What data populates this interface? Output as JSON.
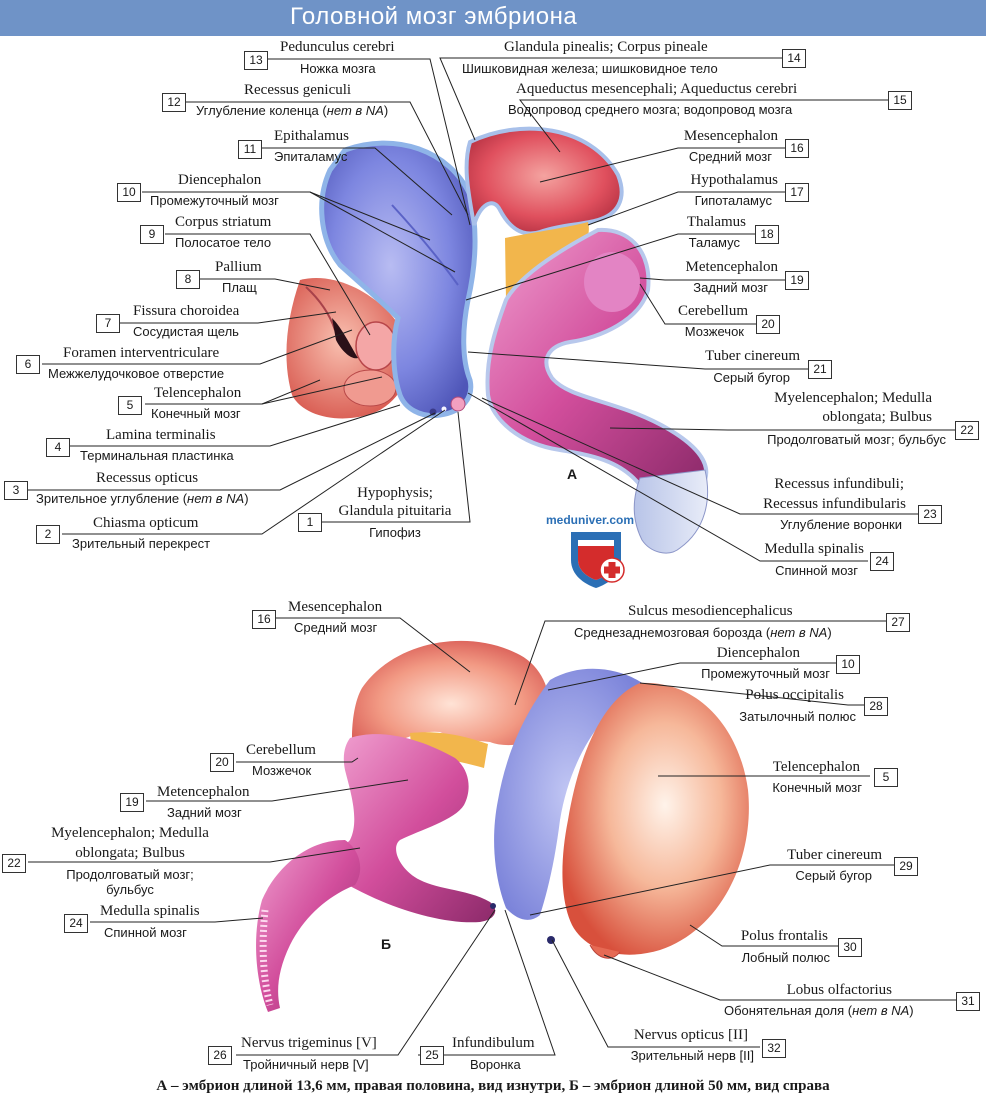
{
  "title": "Головной мозг эмбриона",
  "panels": {
    "a": "А",
    "b": "Б"
  },
  "watermark": "meduniver.com",
  "caption": "А – эмбрион длиной 13,6 мм, правая половина, вид изнутри, Б – эмбрион длиной 50 мм, вид справа",
  "colors": {
    "title_bar": "#6f93c7",
    "diencephalon": "#7d86e0",
    "mesencephalon": "#e0505e",
    "telencephalon": "#f2a082",
    "hindbrain": "#d24e9c",
    "hypothalamus": "#f2b64c"
  },
  "labels_a": [
    {
      "num": "13",
      "lat": "Pedunculus cerebri",
      "ru": "Ножка мозга"
    },
    {
      "num": "12",
      "lat": "Recessus geniculi",
      "ru_pre": "Углубление коленца (",
      "ru_it": "нет в NA",
      "ru_post": ")"
    },
    {
      "num": "11",
      "lat": "Epithalamus",
      "ru": "Эпиталамус"
    },
    {
      "num": "10",
      "lat": "Diencephalon",
      "ru": "Промежуточный мозг"
    },
    {
      "num": "9",
      "lat": "Corpus striatum",
      "ru": "Полосатое тело"
    },
    {
      "num": "8",
      "lat": "Pallium",
      "ru": "Плащ"
    },
    {
      "num": "7",
      "lat": "Fissura choroidea",
      "ru": "Сосудистая щель"
    },
    {
      "num": "6",
      "lat": "Foramen interventriculare",
      "ru": "Межжелудочковое отверстие"
    },
    {
      "num": "5",
      "lat": "Telencephalon",
      "ru": "Конечный мозг"
    },
    {
      "num": "4",
      "lat": "Lamina terminalis",
      "ru": "Терминальная пластинка"
    },
    {
      "num": "3",
      "lat": "Recessus opticus",
      "ru_pre": "Зрительное углубление (",
      "ru_it": "нет в NA",
      "ru_post": ")"
    },
    {
      "num": "2",
      "lat": "Chiasma opticum",
      "ru": "Зрительный перекрест"
    },
    {
      "num": "1",
      "lat1": "Hypophysis;",
      "lat2": "Glandula pituitaria",
      "ru": "Гипофиз"
    },
    {
      "num": "14",
      "lat": "Glandula pinealis; Corpus pineale",
      "ru": "Шишковидная железа; шишковидное тело"
    },
    {
      "num": "15",
      "lat": "Aqueductus mesencephali; Aqueductus cerebri",
      "ru": "Водопровод среднего мозга; водопровод мозга"
    },
    {
      "num": "16",
      "lat": "Mesencephalon",
      "ru": "Средний мозг"
    },
    {
      "num": "17",
      "lat": "Hypothalamus",
      "ru": "Гипоталамус"
    },
    {
      "num": "18",
      "lat": "Thalamus",
      "ru": "Таламус"
    },
    {
      "num": "19",
      "lat": "Metencephalon",
      "ru": "Задний мозг"
    },
    {
      "num": "20",
      "lat": "Cerebellum",
      "ru": "Мозжечок"
    },
    {
      "num": "21",
      "lat": "Tuber cinereum",
      "ru": "Серый бугор"
    },
    {
      "num": "22",
      "lat1": "Myelencephalon; Medulla",
      "lat2": "oblongata; Bulbus",
      "ru": "Продолговатый мозг; бульбус"
    },
    {
      "num": "23",
      "lat1": "Recessus infundibuli;",
      "lat2": "Recessus infundibularis",
      "ru": "Углубление воронки"
    },
    {
      "num": "24",
      "lat": "Medulla spinalis",
      "ru": "Спинной мозг"
    }
  ],
  "labels_b": [
    {
      "num": "16",
      "lat": "Mesencephalon",
      "ru": "Средний мозг"
    },
    {
      "num": "20",
      "lat": "Cerebellum",
      "ru": "Мозжечок"
    },
    {
      "num": "19",
      "lat": "Metencephalon",
      "ru": "Задний мозг"
    },
    {
      "num": "22",
      "lat1": "Myelencephalon; Medulla",
      "lat2": "oblongata; Bulbus",
      "ru1": "Продолговатый мозг;",
      "ru2": "бульбус"
    },
    {
      "num": "24",
      "lat": "Medulla spinalis",
      "ru": "Спинной мозг"
    },
    {
      "num": "26",
      "lat": "Nervus trigeminus [V]",
      "ru": "Тройничный нерв [V]"
    },
    {
      "num": "25",
      "lat": "Infundibulum",
      "ru": "Воронка"
    },
    {
      "num": "27",
      "lat": "Sulcus mesodiencephalicus",
      "ru_pre": "Среднезаднемозговая борозда (",
      "ru_it": "нет в NA",
      "ru_post": ")"
    },
    {
      "num": "10",
      "lat": "Diencephalon",
      "ru": "Промежуточный мозг"
    },
    {
      "num": "28",
      "lat": "Polus occipitalis",
      "ru": "Затылочный полюс"
    },
    {
      "num": "5",
      "lat": "Telencephalon",
      "ru": "Конечный мозг"
    },
    {
      "num": "29",
      "lat": "Tuber cinereum",
      "ru": "Серый бугор"
    },
    {
      "num": "30",
      "lat": "Polus frontalis",
      "ru": "Лобный полюс"
    },
    {
      "num": "31",
      "lat": "Lobus olfactorius",
      "ru_pre": "Обонятельная доля (",
      "ru_it": "нет в NA",
      "ru_post": ")"
    },
    {
      "num": "32",
      "lat": "Nervus opticus [II]",
      "ru": "Зрительный нерв [II]"
    }
  ]
}
